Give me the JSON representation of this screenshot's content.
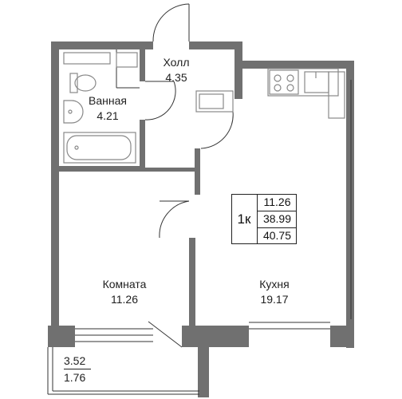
{
  "rooms": {
    "hall": {
      "name": "Холл",
      "area": "4.35"
    },
    "bathroom": {
      "name": "Ванная",
      "area": "4.21"
    },
    "living_room": {
      "name": "Комната",
      "area": "11.26"
    },
    "kitchen": {
      "name": "Кухня",
      "area": "19.17"
    },
    "balcony": {
      "area": "3.52",
      "area_reduced": "1.76"
    }
  },
  "summary": {
    "apartment_type": "1к",
    "living_area": "11.26",
    "total_area": "38.99",
    "total_area_with_balcony": "40.75"
  },
  "colors": {
    "wall": "#707070",
    "line": "#333333",
    "fixture": "#888888"
  }
}
